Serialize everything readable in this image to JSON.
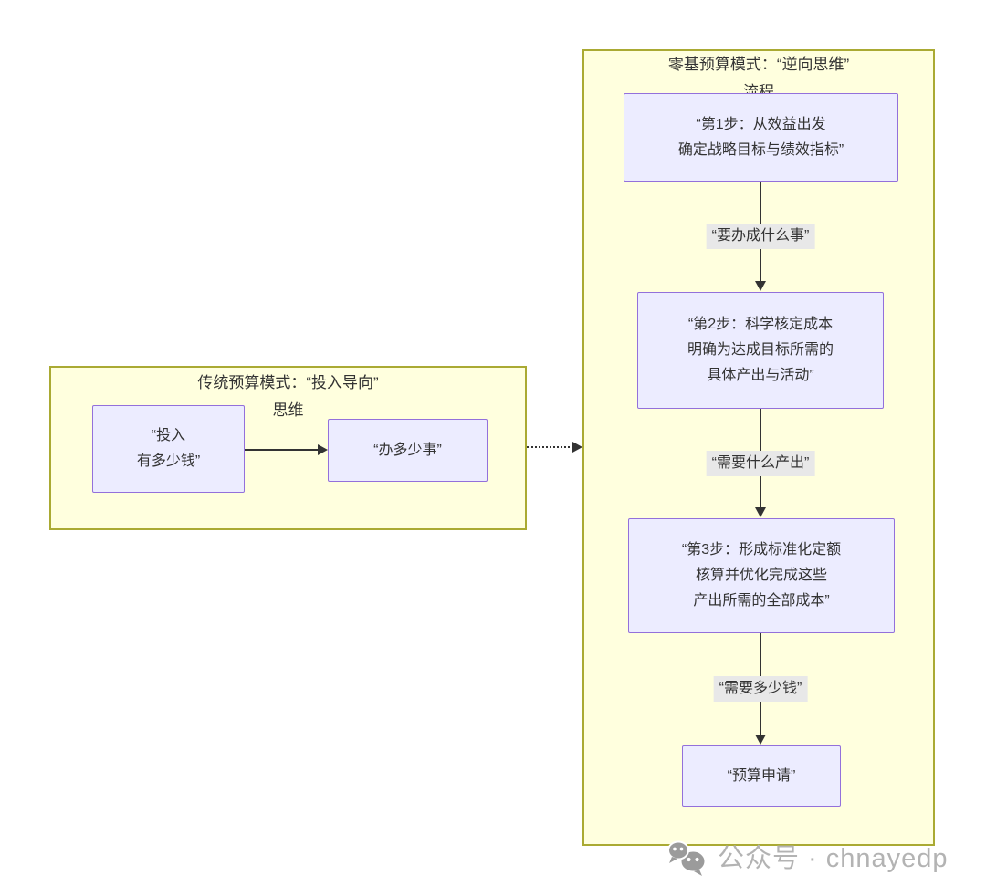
{
  "diagram": {
    "type": "flowchart",
    "background": "#ffffff"
  },
  "colors": {
    "cluster_fill": "#ffffde",
    "cluster_border": "#aaaa33",
    "node_fill": "#ECECFF",
    "node_border": "#9370DB",
    "edge_label_bg": "#e8e8e8",
    "line_color": "#333333",
    "text_color": "#333333",
    "watermark_color": "#b3b3b3"
  },
  "left_cluster": {
    "title_line1": "传统预算模式：“投入导向”",
    "title_line2": "思维",
    "nodes": [
      {
        "name": "investment-input",
        "lines": [
          "“投入",
          "有多少钱”"
        ]
      },
      {
        "name": "how-much-work",
        "lines": [
          "“办多少事”"
        ]
      }
    ]
  },
  "connector": {
    "style": "dotted-arrow",
    "from": "traditional-budget-cluster",
    "to": "zero-based-budget-cluster"
  },
  "right_cluster": {
    "title_line1": "零基预算模式：“逆向思维”",
    "title_line2": "流程",
    "nodes": [
      {
        "name": "step1",
        "lines": [
          "“第1步：从效益出发",
          "确定战略目标与绩效指标”"
        ]
      },
      {
        "name": "step2",
        "lines": [
          "“第2步：科学核定成本",
          "明确为达成目标所需的",
          "具体产出与活动”"
        ]
      },
      {
        "name": "step3",
        "lines": [
          "“第3步：形成标准化定额",
          "核算并优化完成这些",
          "产出所需的全部成本”"
        ]
      },
      {
        "name": "budget-request",
        "lines": [
          "“预算申请”"
        ]
      }
    ],
    "edge_labels": [
      "“要办成什么事”",
      "“需要什么产出”",
      "“需要多少钱”"
    ]
  },
  "watermark": {
    "icon": "wechat-icon",
    "text": "公众号 · chnayedp"
  }
}
